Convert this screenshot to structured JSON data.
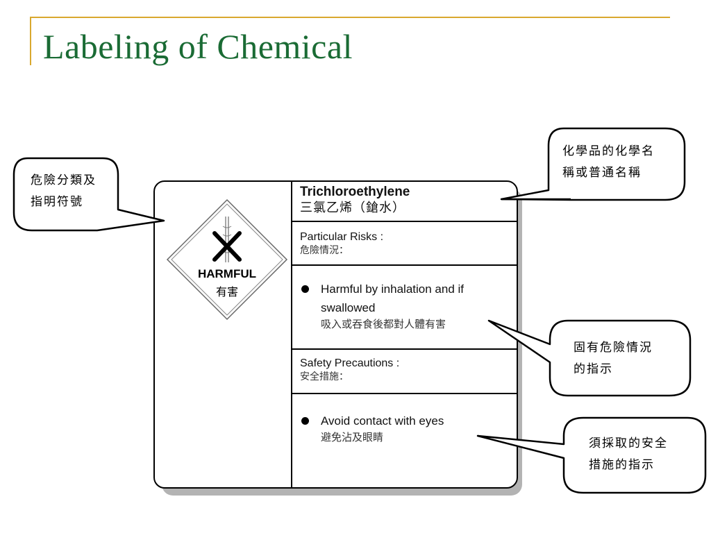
{
  "slide": {
    "title": "Labeling of Chemical"
  },
  "label": {
    "pictogram": {
      "icon": "harmful-cross-icon",
      "text_en": "HARMFUL",
      "text_zh": "有害"
    },
    "name_en": "Trichloroethylene",
    "name_zh": "三氯乙烯（鎗水）",
    "risks_heading_en": "Particular Risks :",
    "risks_heading_zh": "危險情況：",
    "risk_line1": "Harmful by inhalation and if",
    "risk_line2": "swallowed",
    "risk_zh": "吸入或吞食後都對人體有害",
    "precautions_heading_en": "Safety Precautions :",
    "precautions_heading_zh": "安全措施：",
    "precaution_en": "Avoid contact with eyes",
    "precaution_zh": "避免沾及眼睛"
  },
  "callouts": {
    "hazard_class": {
      "line1": "危險分類及",
      "line2": "指明符號"
    },
    "chemical_name": {
      "line1": "化學品的化學名",
      "line2": "稱或普通名稱"
    },
    "inherent_risks": {
      "line1": "固有危險情況",
      "line2": "的指示"
    },
    "precautions": {
      "line1": "須採取的安全",
      "line2": "措施的指示"
    }
  },
  "colors": {
    "title": "#1a6b34",
    "accent_line": "#d9a82e",
    "card_shadow": "#b3b3b3"
  }
}
